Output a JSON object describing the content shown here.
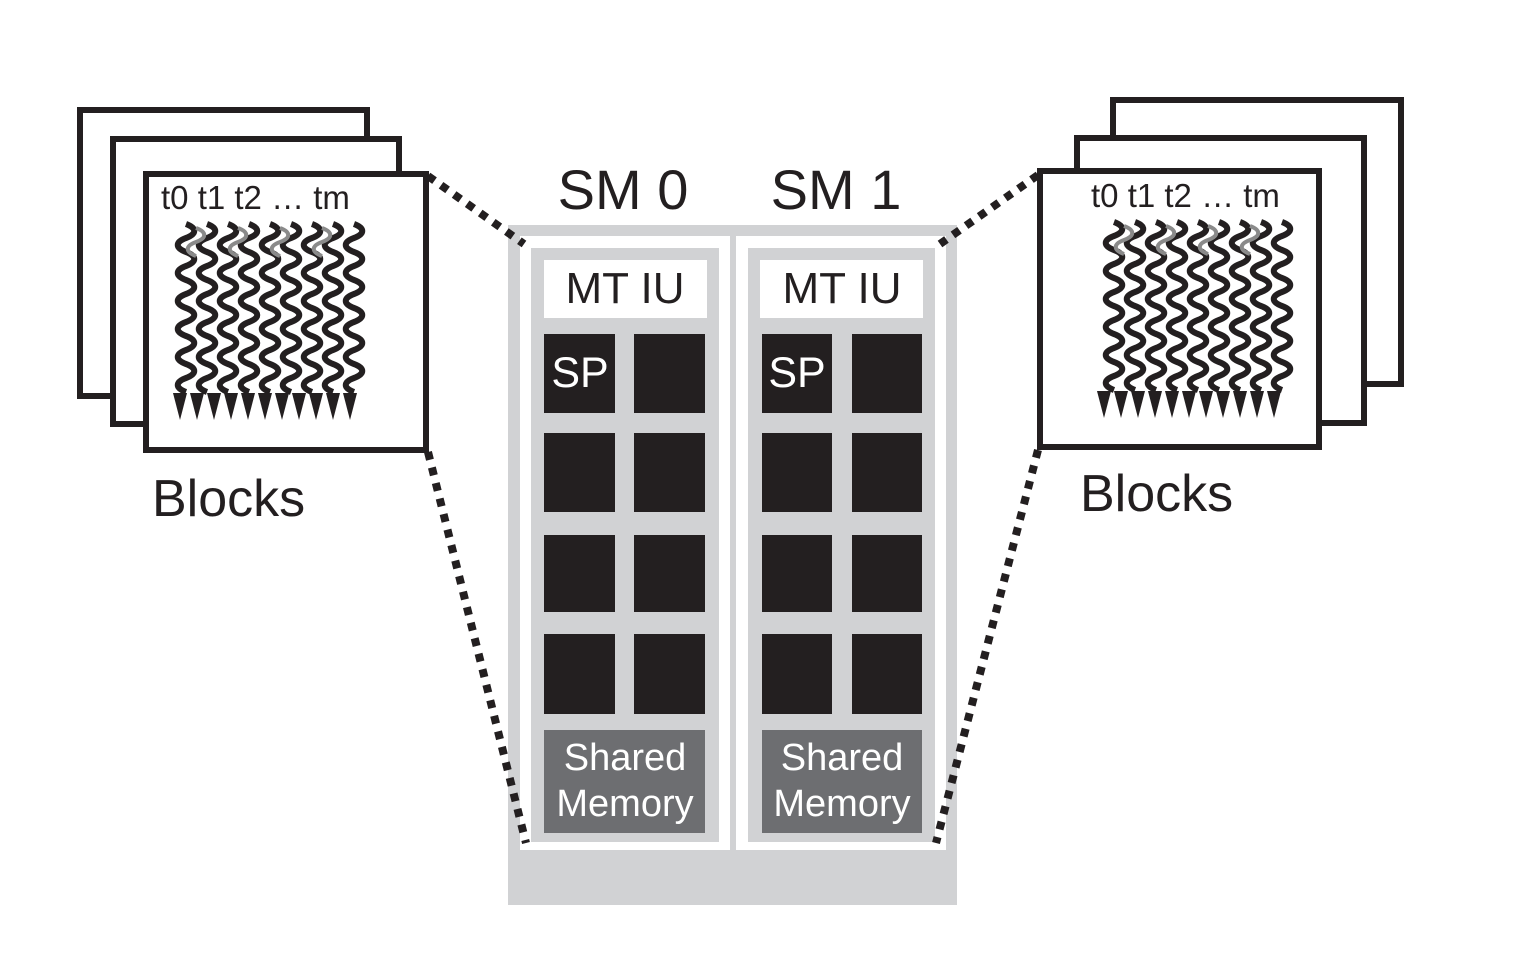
{
  "thread_labels": "t0 t1 t2 … tm",
  "blocks_label": "Blocks",
  "sms": [
    {
      "title": "SM 0",
      "unit_label": "MT IU",
      "sp_label": "SP",
      "shared_label_line1": "Shared",
      "shared_label_line2": "Memory"
    },
    {
      "title": "SM 1",
      "unit_label": "MT IU",
      "sp_label": "SP",
      "shared_label_line1": "Shared",
      "shared_label_line2": "Memory"
    }
  ],
  "colors": {
    "outline": "#231f20",
    "sp_fill": "#231f20",
    "sm_panel": "#d1d2d4",
    "shared_memory": "#6d6e71",
    "thread_highlight": "#8a8a8a"
  }
}
